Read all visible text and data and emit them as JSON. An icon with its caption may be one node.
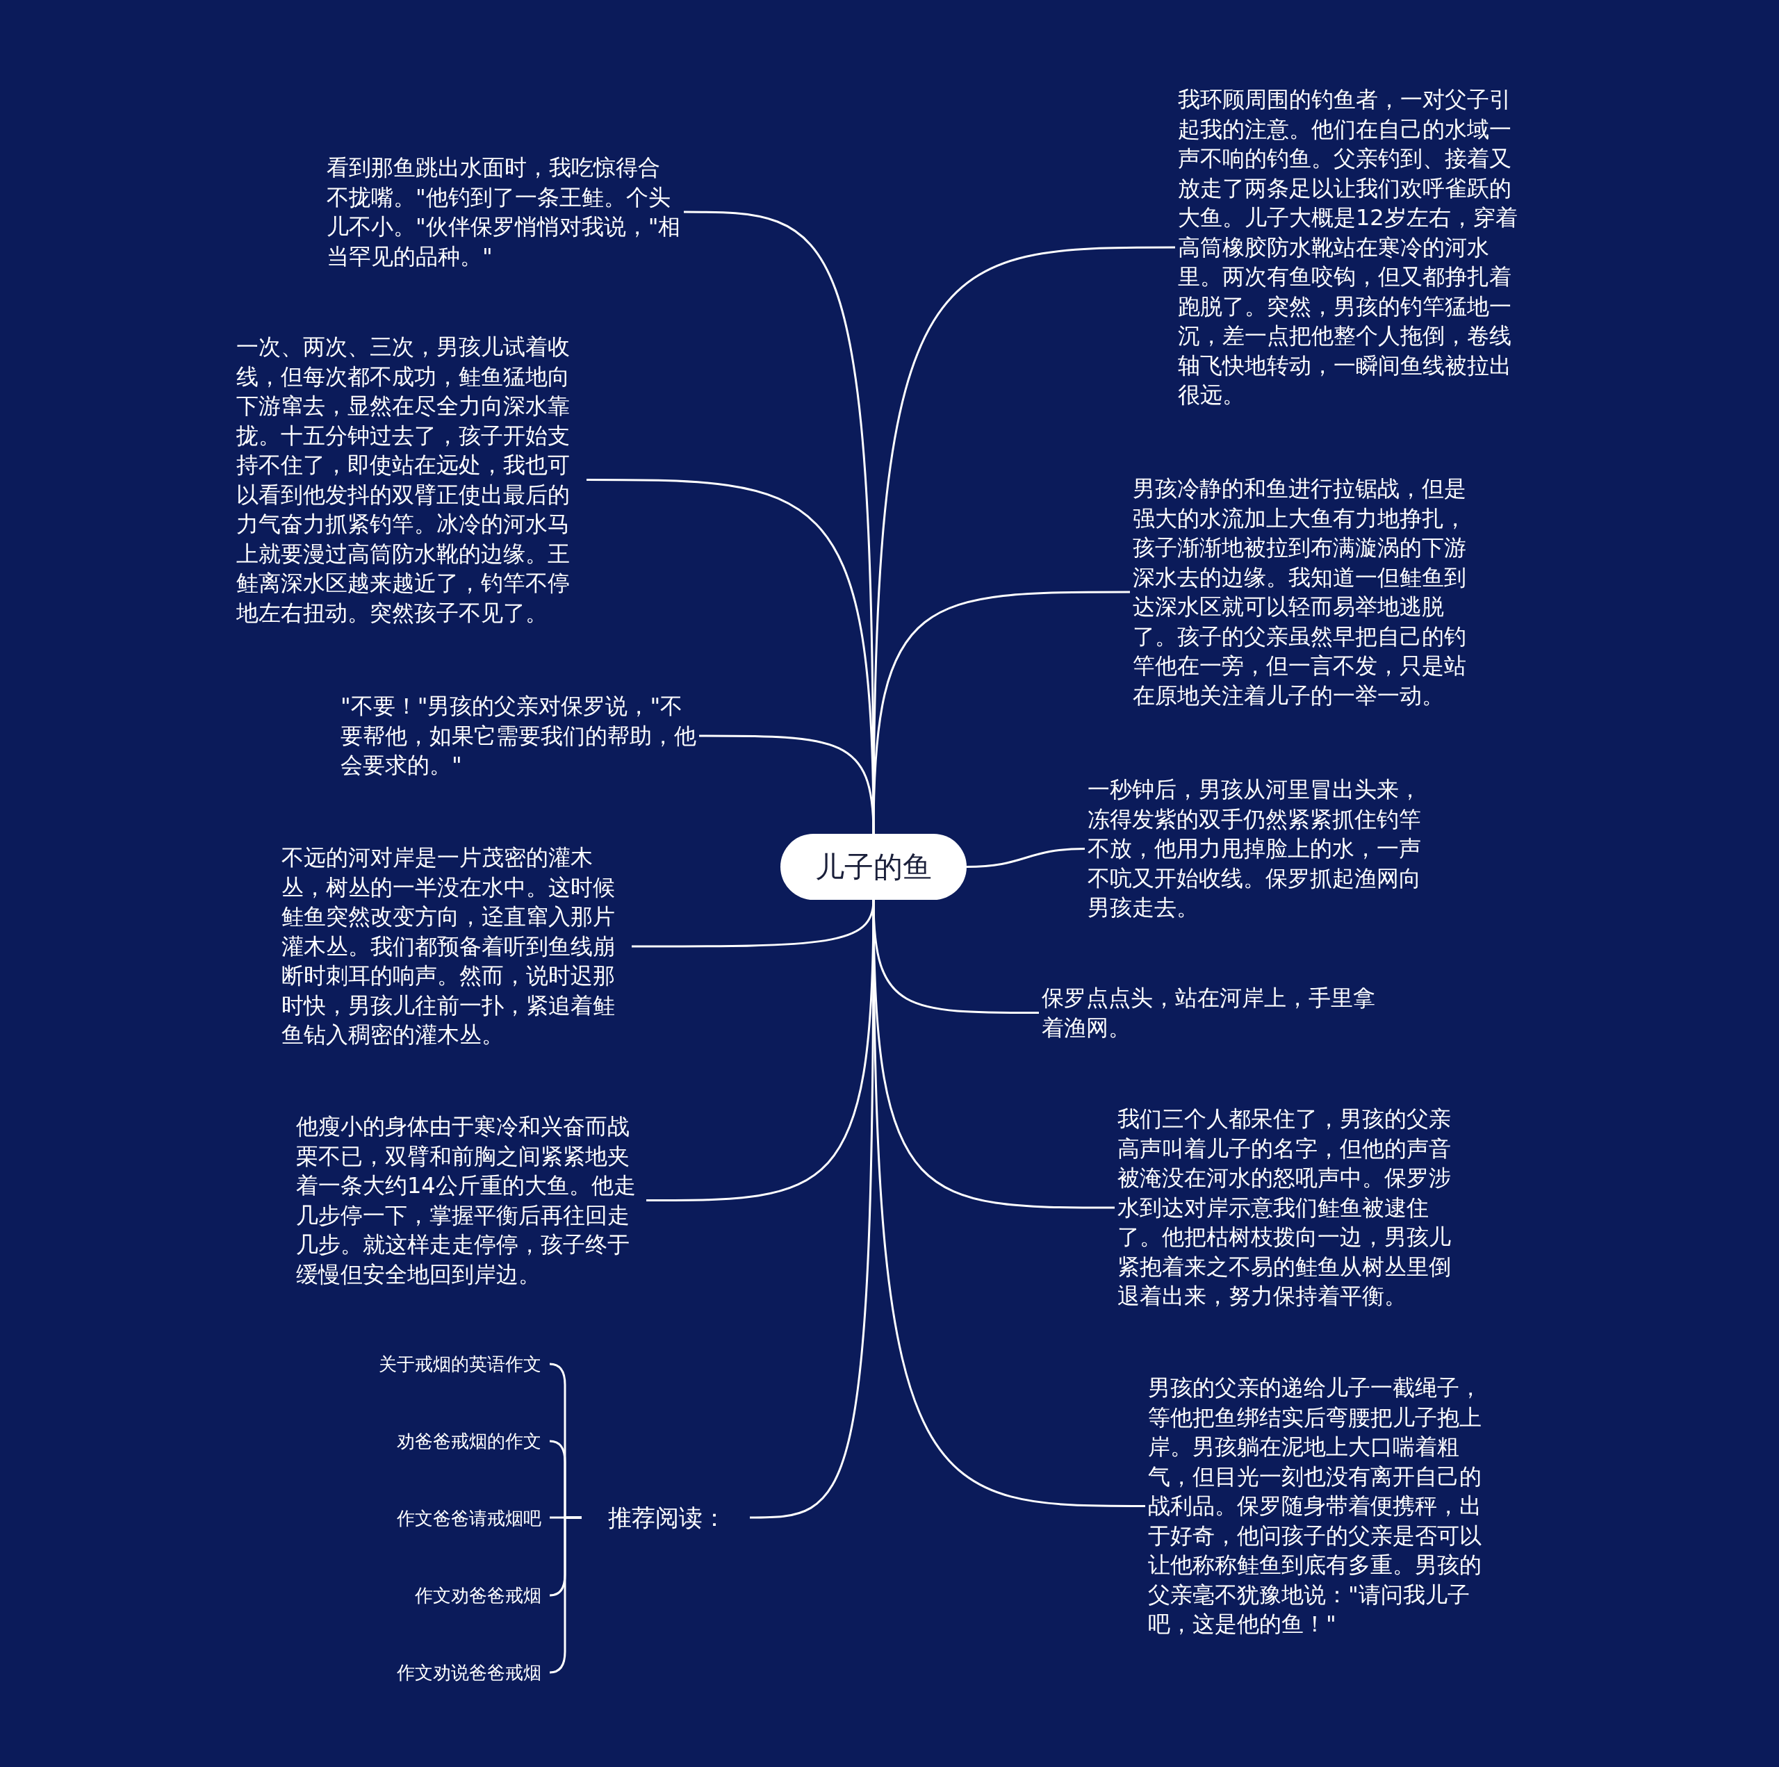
{
  "diagram": {
    "nodes": [
      {
        "text": [
          "儿子的鱼"
        ]
      },
      {
        "text": [
          "我环顾周围的钓鱼者，一对父子引起我的注意。他们在自己的水域一声不响的钓鱼。父亲钓到、接着又放走了两条足以让我们欢呼雀跃的大鱼。儿子大概是12岁左右，穿着高筒橡胶防水靴站在寒冷的河水里。两次有鱼咬钩，但又都挣扎着跑脱了。突然，男孩的钓竿猛地一沉，差一点把他整个人拖倒，卷线轴飞快地转动，一瞬间鱼线被拉出很远。"
        ]
      },
      {
        "text": [
          "男孩冷静的和鱼进行拉锯战，但是强大的水流加上大鱼有力地挣扎，孩子渐渐地被拉到布满漩涡的下游深水去的边缘。我知道一但鲑鱼到达深水区就可以轻而易举地逃脱了。孩子的父亲虽然早把自己的钓竿他在一旁，但一言不发，只是站在原地关注着儿子的一举一动。"
        ]
      },
      {
        "text": [
          "一秒钟后，男孩从河里冒出头来，冻得发紫的双手仍然紧紧抓住钓竿不放，他用力甩掉脸上的水，一声不吭又开始收线。保罗抓起渔网向男孩走去。"
        ]
      },
      {
        "text": [
          "保罗点点头，站在河岸上，手里拿着渔网。"
        ]
      },
      {
        "text": [
          "我们三个人都呆住了，男孩的父亲高声叫着儿子的名字，但他的声音被淹没在河水的怒吼声中。保罗涉水到达对岸示意我们鲑鱼被逮住了。他把枯树枝拨向一边，男孩儿紧抱着来之不易的鲑鱼从树丛里倒退着出来，努力保持着平衡。"
        ]
      },
      {
        "text": [
          "男孩的父亲的递给儿子一截绳子，等他把鱼绑结实后弯腰把儿子抱上岸。男孩躺在泥地上大口喘着粗气，但目光一刻也没有离开自己的战利品。保罗随身带着便携秤，出于好奇，他问孩子的父亲是否可以让他称称鲑鱼到底有多重。男孩的父亲毫不犹豫地说：\"请问我儿子吧，这是他的鱼！\""
        ]
      },
      {
        "text": [
          "看到那鱼跳出水面时，我吃惊得合不拢嘴。\"他钓到了一条王鲑。个头儿不小。\"伙伴保罗悄悄对我说，\"相当罕见的品种。\""
        ]
      },
      {
        "text": [
          "一次、两次、三次，男孩儿试着收线，但每次都不成功，鲑鱼猛地向下游窜去，显然在尽全力向深水靠拢。十五分钟过去了，孩子开始支持不住了，即使站在远处，我也可以看到他发抖的双臂正使出最后的力气奋力抓紧钓竿。冰冷的河水马上就要漫过高筒防水靴的边缘。王鲑离深水区越来越近了，钓竿不停地左右扭动。突然孩子不见了。"
        ]
      },
      {
        "text": [
          "\"不要！\"男孩的父亲对保罗说，\"不要帮他，如果它需要我们的帮助，他会要求的。\""
        ]
      },
      {
        "text": [
          "不远的河对岸是一片茂密的灌木丛，树丛的一半没在水中。这时候鲑鱼突然改变方向，迳直窜入那片灌木丛。我们都预备着听到鱼线崩断时刺耳的响声。然而，说时迟那时快，男孩儿往前一扑，紧追着鲑鱼钻入稠密的灌木丛。"
        ]
      },
      {
        "text": [
          "他瘦小的身体由于寒冷和兴奋而战栗不已，双臂和前胸之间紧紧地夹着一条大约14公斤重的大鱼。他走几步停一下，掌握平衡后再往回走几步。就这样走走停停，孩子终于缓慢但安全地回到岸边。"
        ]
      },
      {
        "text": [
          "推荐阅读："
        ]
      },
      {
        "text": [
          "关于戒烟的英语作文"
        ]
      },
      {
        "text": [
          "劝爸爸戒烟的作文"
        ]
      },
      {
        "text": [
          "作文爸爸请戒烟吧"
        ]
      },
      {
        "text": [
          "作文劝爸爸戒烟"
        ]
      },
      {
        "text": [
          "作文劝说爸爸戒烟"
        ]
      }
    ],
    "edges": [
      {
        "from": 0,
        "to": 1,
        "arrow": "none"
      },
      {
        "from": 0,
        "to": 2,
        "arrow": "none"
      },
      {
        "from": 0,
        "to": 3,
        "arrow": "none"
      },
      {
        "from": 0,
        "to": 4,
        "arrow": "none"
      },
      {
        "from": 0,
        "to": 5,
        "arrow": "none"
      },
      {
        "from": 0,
        "to": 6,
        "arrow": "none"
      },
      {
        "from": 0,
        "to": 7,
        "arrow": "none"
      },
      {
        "from": 0,
        "to": 8,
        "arrow": "none"
      },
      {
        "from": 0,
        "to": 9,
        "arrow": "none"
      },
      {
        "from": 0,
        "to": 10,
        "arrow": "none"
      },
      {
        "from": 0,
        "to": 11,
        "arrow": "none"
      },
      {
        "from": 0,
        "to": 12,
        "arrow": "none"
      },
      {
        "from": 12,
        "to": 13,
        "arrow": "none"
      },
      {
        "from": 12,
        "to": 14,
        "arrow": "none"
      },
      {
        "from": 12,
        "to": 15,
        "arrow": "none"
      },
      {
        "from": 12,
        "to": 16,
        "arrow": "none"
      },
      {
        "from": 12,
        "to": 17,
        "arrow": "none"
      }
    ]
  }
}
